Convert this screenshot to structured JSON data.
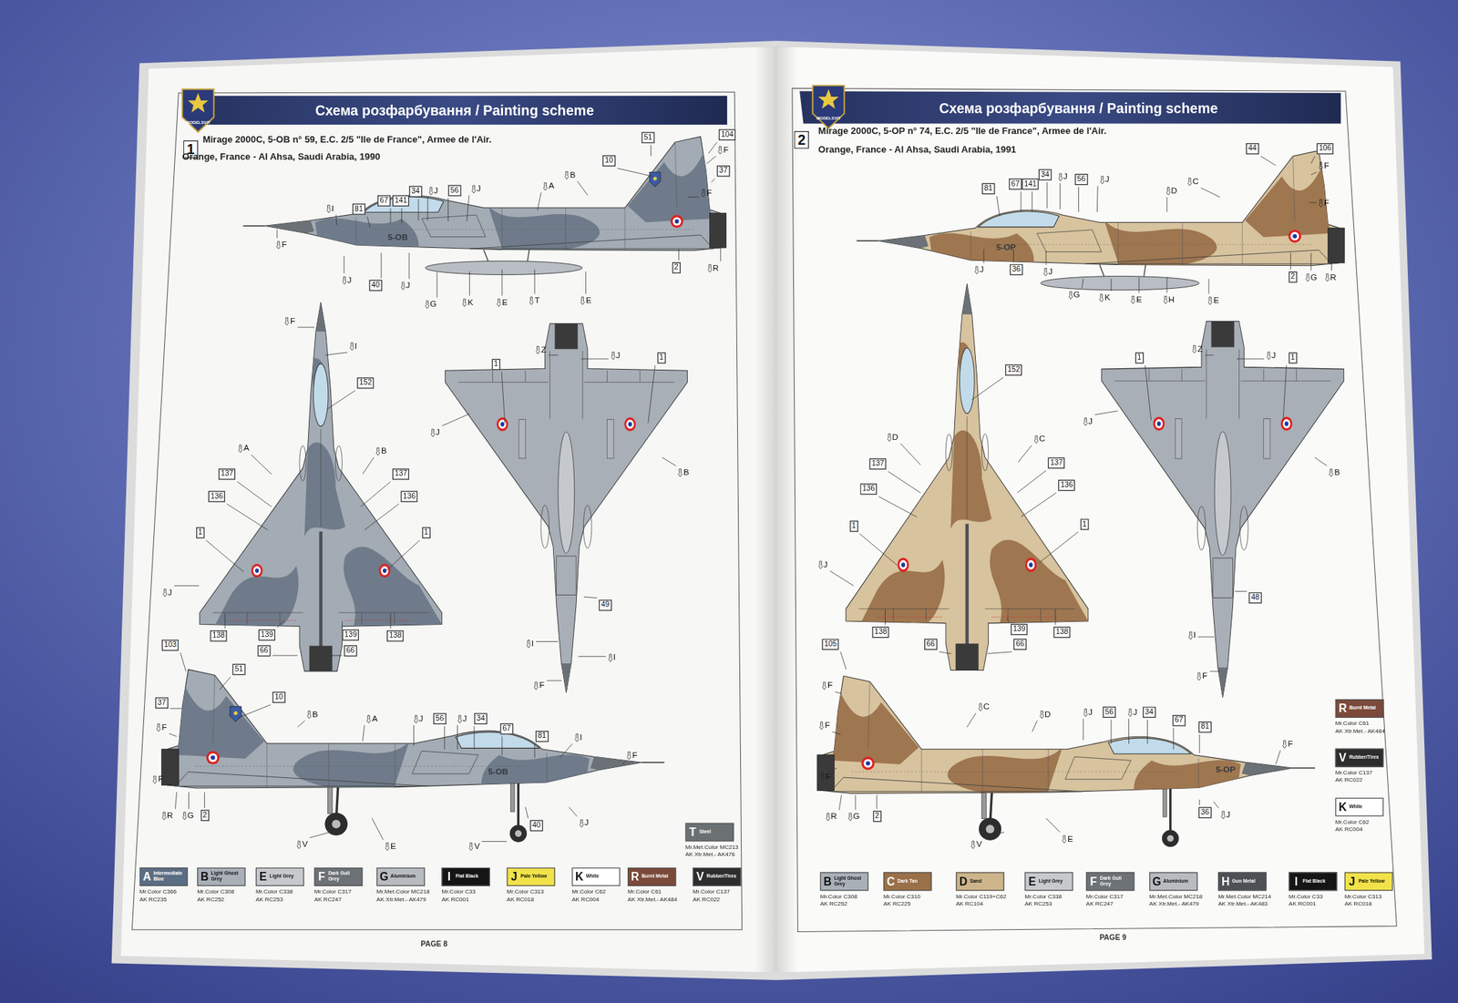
{
  "diagram": {
    "labels": [
      "MODELSVIT",
      "Схема розфарбування / Painting scheme",
      "1",
      "Mirage 2000C, 5-OB n° 59, E.C. 2/5 \"Ile de France\", Armee de l'Air.",
      "Orange, France - Al Ahsa, Saudi Arabia, 1990",
      "51",
      "104",
      "F",
      "10",
      "37",
      "B",
      "F",
      "A",
      "34",
      "J",
      "56",
      "J",
      "67",
      "141",
      "81",
      "I",
      "F",
      "J",
      "40",
      "J",
      "2",
      "R",
      "G",
      "K",
      "E",
      "T",
      "E",
      "5-OB",
      "F",
      "I",
      "152",
      "A",
      "B",
      "137",
      "137",
      "136",
      "136",
      "1",
      "1",
      "J",
      "138",
      "139",
      "66",
      "139",
      "66",
      "138",
      "Z",
      "J",
      "1",
      "1",
      "J",
      "B",
      "49",
      "I",
      "I",
      "F",
      "103",
      "51",
      "37",
      "10",
      "F",
      "B",
      "A",
      "J",
      "56",
      "J",
      "34",
      "67",
      "81",
      "I",
      "F",
      "F",
      "R",
      "G",
      "2",
      "V",
      "E",
      "V",
      "40",
      "J",
      "5-OB",
      "MODELSVIT",
      "Схема розфарбування / Painting scheme",
      "2",
      "Mirage 2000C, 5-OP n° 74, E.C. 2/5 \"Ile de France\", Armee de l'Air.",
      "Orange, France - Al Ahsa, Saudi Arabia, 1991",
      "44",
      "106",
      "F",
      "C",
      "D",
      "81",
      "67",
      "141",
      "34",
      "J",
      "56",
      "J",
      "F",
      "J",
      "36",
      "J",
      "2",
      "G",
      "R",
      "G",
      "K",
      "E",
      "H",
      "E",
      "5-OP",
      "152",
      "D",
      "C",
      "137",
      "137",
      "136",
      "136",
      "1",
      "1",
      "J",
      "138",
      "66",
      "139",
      "66",
      "138",
      "Z",
      "J",
      "1",
      "1",
      "J",
      "B",
      "48",
      "I",
      "F",
      "105",
      "F",
      "F",
      "C",
      "D",
      "J",
      "56",
      "J",
      "34",
      "67",
      "81",
      "F",
      "F",
      "R",
      "G",
      "2",
      "V",
      "E",
      "36",
      "J",
      "5-OP",
      "PAGE 8",
      "PAGE 9",
      "A",
      "Mr.Color C366",
      "AK RC235",
      "B",
      "Mr.Color C308",
      "AK RC252",
      "E",
      "Mr.Color C338",
      "AK RC253",
      "F",
      "Mr.Color C317",
      "AK RC247",
      "G",
      "Mr.Met.Color MC218",
      "AK Xtr.Met.- AK479",
      "I",
      "Mr.Color C33",
      "AK RC001",
      "J",
      "Mr.Color C313",
      "AK RC018",
      "K",
      "Mr.Color C62",
      "AK RC004",
      "R",
      "Mr.Color C61",
      "AK Xtr.Met.- AK484",
      "V",
      "Mr.Color C137",
      "AK RC022",
      "T",
      "Mr.Met.Color MC213",
      "AK Xtr.Met.- AK476",
      "B",
      "Mr.Color C308",
      "AK RC252",
      "C",
      "Mr.Color C310",
      "AK RC225",
      "D",
      "Mr.Color C119+C62",
      "AK RC104",
      "E",
      "Mr.Color C338",
      "AK RC253",
      "F",
      "Mr.Color C317",
      "AK RC247",
      "G",
      "Mr.Met.Color MC218",
      "AK Xtr.Met.- AK479",
      "H",
      "Mr.Met.Color MC214",
      "AK Xtr.Met.- AK483",
      "I",
      "Mr.Color C33",
      "AK RC001",
      "J",
      "Mr.Color C313",
      "AK RC018",
      "R",
      "Mr.Color C61",
      "AK Xtr.Met.- AK484",
      "V",
      "Mr.Color C137",
      "AK RC022",
      "K",
      "Mr.Color C62",
      "AK RC004"
    ],
    "legend": [
      {
        "text": "Intermediate Blue",
        "color": "#5b6d83"
      },
      {
        "text": "Light Ghost Grey",
        "color": "#a9b0b8"
      },
      {
        "text": "Light Grey",
        "color": "#c7cacc"
      },
      {
        "text": "Dark Gull Grey",
        "color": "#6d7276"
      },
      {
        "text": "Aluminium",
        "color": "#b8bcc0"
      },
      {
        "text": "Flat Black",
        "color": "#151515"
      },
      {
        "text": "Pale Yellow",
        "color": "#f2e24a"
      },
      {
        "text": "White",
        "color": "#ffffff"
      },
      {
        "text": "Burnt Metal",
        "color": "#7b4a3a"
      },
      {
        "text": "Rubber/Tires",
        "color": "#2d2d2d"
      },
      {
        "text": "Steel",
        "color": "#6b7073"
      },
      {
        "text": "Light Ghost Grey",
        "color": "#a9b0b8"
      },
      {
        "text": "Dark Tan",
        "color": "#9a7048"
      },
      {
        "text": "Sand",
        "color": "#cdb48a"
      },
      {
        "text": "Light Grey",
        "color": "#c7cacc"
      },
      {
        "text": "Dark Gull Grey",
        "color": "#6d7276"
      },
      {
        "text": "Aluminium",
        "color": "#b8bcc0"
      },
      {
        "text": "Gun Metal",
        "color": "#4d5156"
      },
      {
        "text": "Flat Black",
        "color": "#151515"
      },
      {
        "text": "Pale Yellow",
        "color": "#f2e24a"
      },
      {
        "text": "Burnt Metal",
        "color": "#7b4a3a"
      },
      {
        "text": "Rubber/Tires",
        "color": "#2d2d2d"
      },
      {
        "text": "White",
        "color": "#ffffff"
      }
    ]
  }
}
